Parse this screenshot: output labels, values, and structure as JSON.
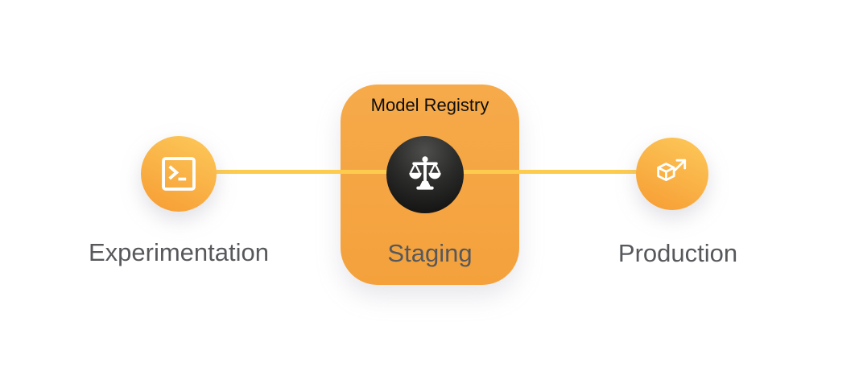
{
  "pipeline": {
    "registry": {
      "title": "Model Registry"
    },
    "stages": {
      "experimentation": {
        "label": "Experimentation",
        "icon": "terminal-icon"
      },
      "staging": {
        "label": "Staging",
        "icon": "scales-icon"
      },
      "production": {
        "label": "Production",
        "icon": "cube-arrow-icon"
      }
    },
    "connector_color": "#FDCB4E"
  },
  "colors": {
    "background": "#FFFFFF",
    "node_gradient_top": "#FDC95A",
    "node_gradient_bottom": "#F69C33",
    "registry_card": "#F5A443",
    "dark_badge_top": "#4E4E4C",
    "dark_badge_bottom": "#0C0C0C",
    "label_text": "#56585C",
    "registry_title_text": "#0D0D0D"
  }
}
